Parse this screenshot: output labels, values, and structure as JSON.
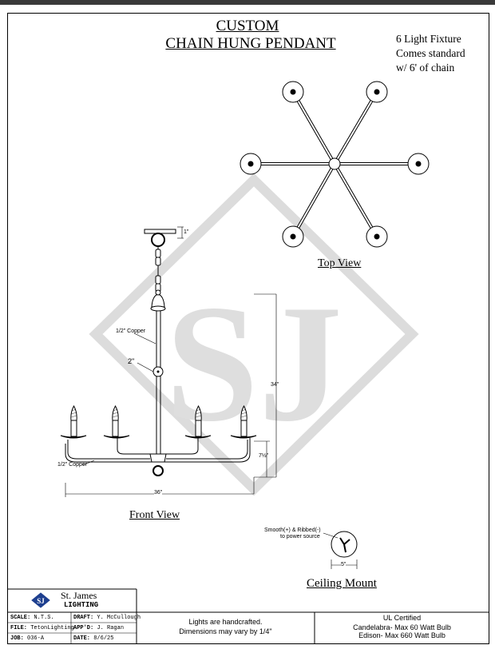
{
  "title": {
    "line1": "CUSTOM",
    "line2": "CHAIN HUNG PENDANT"
  },
  "notes": [
    "6 Light Fixture",
    "Comes standard",
    "w/ 6' of chain"
  ],
  "views": {
    "top": "Top View",
    "front": "Front View",
    "ceiling": "Ceiling Mount"
  },
  "dimensions": {
    "canopy_side": "1\"",
    "copper_upper": "1/2\" Copper",
    "ball": "2\"",
    "copper_lower": "1/2\" Copper",
    "height": "34\"",
    "arm_drop": "7½\"",
    "width": "36\"",
    "mount_width": "5\""
  },
  "ceiling_note": [
    "Smooth(+) & Ribbed(-)",
    "to power source"
  ],
  "watermark": "SJ",
  "title_block": {
    "company": "St. James",
    "division": "LIGHTING",
    "scale_label": "SCALE:",
    "scale_value": "N.T.S.",
    "draft_label": "DRAFT:",
    "draft_value": "Y. McCullough",
    "file_label": "FILE:",
    "file_value": "TetonLighting",
    "app_label": "APP'D:",
    "app_value": "J. Ragan",
    "job_label": "JOB:",
    "job_value": "036-A",
    "date_label": "DATE:",
    "date_value": "8/6/25",
    "center_line1": "Lights are handcrafted.",
    "center_line2": "Dimensions may vary by 1/4\"",
    "ul": "UL Certified",
    "cert_line1": "Candelabra- Max 60 Watt Bulb",
    "cert_line2": "Edison- Max 660 Watt Bulb"
  },
  "colors": {
    "line": "#000000",
    "watermark": "#d9d9d9",
    "topbar": "#3a3a3a"
  }
}
